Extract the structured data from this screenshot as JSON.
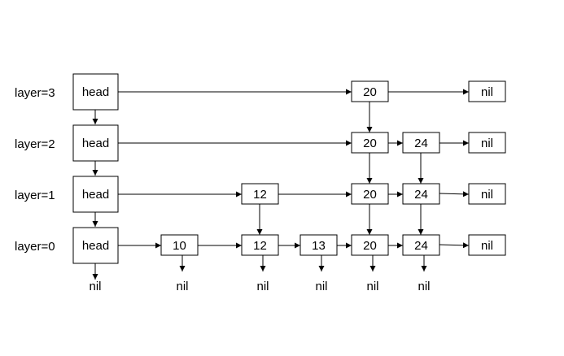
{
  "layers": [
    {
      "label": "layer=3",
      "nodes": [
        "head",
        "20",
        "nil"
      ]
    },
    {
      "label": "layer=2",
      "nodes": [
        "head",
        "20",
        "24",
        "nil"
      ]
    },
    {
      "label": "layer=1",
      "nodes": [
        "head",
        "12",
        "20",
        "24",
        "nil"
      ]
    },
    {
      "label": "layer=0",
      "nodes": [
        "head",
        "10",
        "12",
        "13",
        "20",
        "24",
        "nil"
      ]
    }
  ],
  "bottom_terminators": [
    "nil",
    "nil",
    "nil",
    "nil",
    "nil",
    "nil"
  ],
  "colors": {
    "stroke": "#000000",
    "fill": "#ffffff",
    "text": "#000000"
  }
}
